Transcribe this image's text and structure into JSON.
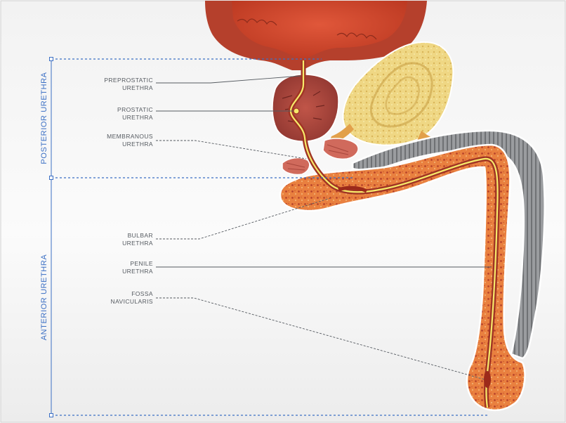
{
  "sections": {
    "posterior": "POSTERIOR URETHRA",
    "anterior": "ANTERIOR URETHRA"
  },
  "labels": {
    "preprostatic": [
      "PREPROSTATIC",
      "URETHRA"
    ],
    "prostatic": [
      "PROSTATIC",
      "URETHRA"
    ],
    "membranous": [
      "MEMBRANOUS",
      "URETHRA"
    ],
    "bulbar": [
      "BULBAR",
      "URETHRA"
    ],
    "penile": [
      "PENILE",
      "URETHRA"
    ],
    "fossa": [
      "FOSSA",
      "NAVICULARIS"
    ]
  },
  "colors": {
    "dashed_line": "#3b6fc4",
    "bladder": "#c8412c",
    "prostate": "#a7463c",
    "seminal_vesicle": "#ecd27a",
    "spongiosum": "#e8763a",
    "cavernosum_grey": "#8d8f93",
    "urethra": "#f4e86a",
    "leader": "#555a60"
  }
}
